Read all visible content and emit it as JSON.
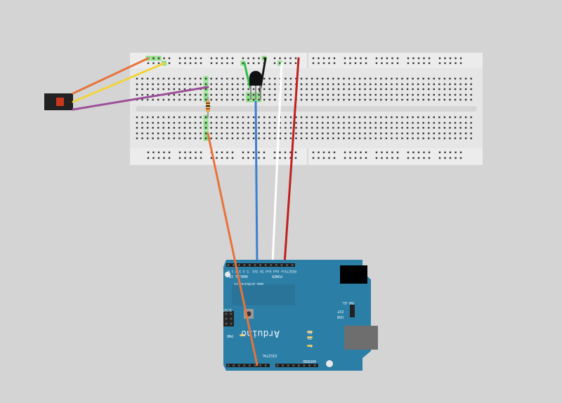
{
  "board": {
    "name": "Arduino",
    "url": "www.arduino.cc",
    "analog_label": "ANALOG IN",
    "power_label": "POWER",
    "digital_label": "DIGITAL",
    "icsp_label": "ICSP",
    "reset_label": "RESET",
    "aref_label": "AREF",
    "gnd_label": "GND",
    "tx_label": "TX",
    "rx_label": "RX",
    "l_label": "L",
    "pwr_label": "PWR",
    "ext_label": "EXT",
    "usb_label": "USB",
    "pwr_sel_label": "PWR SEL",
    "analog_pins": "5 4 3 2 1 0",
    "power_pins": "Vin Gnd Gnd 5V 3V3"
  },
  "colors": {
    "background": "#d4d4d4",
    "breadboard": "#e6e6e6",
    "arduino": "#2b7ea6",
    "wire_orange": "#e8733a",
    "wire_yellow": "#f2d33a",
    "wire_purple": "#9b4f9a",
    "wire_blue": "#3d7fd1",
    "wire_white": "#ffffff",
    "wire_red": "#c0201e",
    "wire_black": "#1a1a1a",
    "wire_green": "#2fbf4a"
  }
}
